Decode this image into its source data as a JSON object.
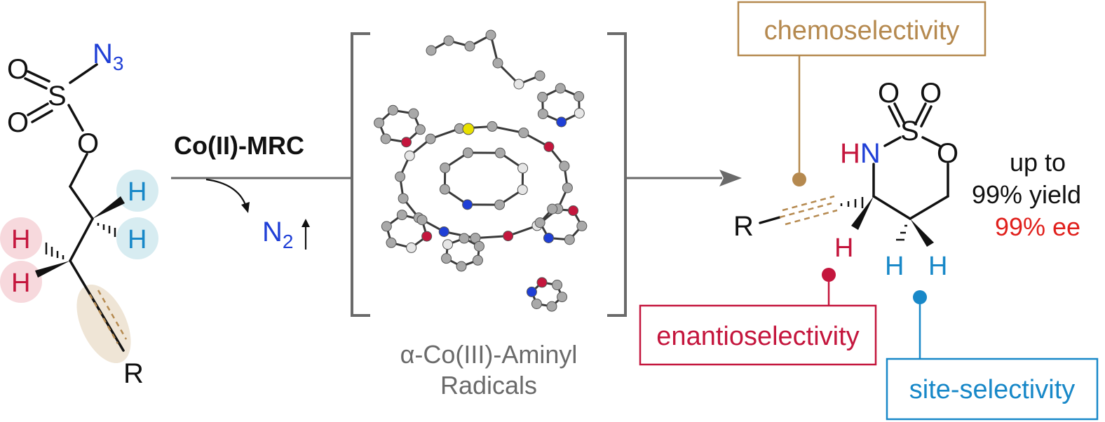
{
  "colors": {
    "text": "#111111",
    "blue_atom": "#1f3fd6",
    "red_atom": "#c4163d",
    "brown": "#b5894f",
    "crimson": "#c4163d",
    "cyan": "#1888c8",
    "gray": "#6a6a6a",
    "ee_red": "#e0201c",
    "highlight_red": "#f7d9dd",
    "highlight_blue": "#d7ecf1",
    "highlight_tan": "#efe5d6"
  },
  "substrate": {
    "o_top": "O",
    "o_bottom": "O",
    "sulfur": "S",
    "n3": "N",
    "n3_sub": "3",
    "o_link": "O",
    "h_blue_1": "H",
    "h_blue_2": "H",
    "h_red_1": "H",
    "h_red_2": "H",
    "r": "R"
  },
  "arrow": {
    "catalyst": "Co(II)-MRC",
    "n2": "N",
    "n2_sub": "2"
  },
  "intermediate": {
    "label_line1": "α-Co(III)-Aminyl",
    "label_line2": "Radicals"
  },
  "product": {
    "o1": "O",
    "o2": "O",
    "sulfur": "S",
    "ring_o": "O",
    "hn_h": "H",
    "hn_n": "N",
    "r": "R",
    "h_red": "H",
    "h_blue_1": "H",
    "h_blue_2": "H"
  },
  "results": {
    "line1": "up to",
    "line2": "99% yield",
    "line3": "99% ee"
  },
  "callouts": {
    "chemo": "chemoselectivity",
    "enantio": "enantioselectivity",
    "site": "site-selectivity"
  }
}
